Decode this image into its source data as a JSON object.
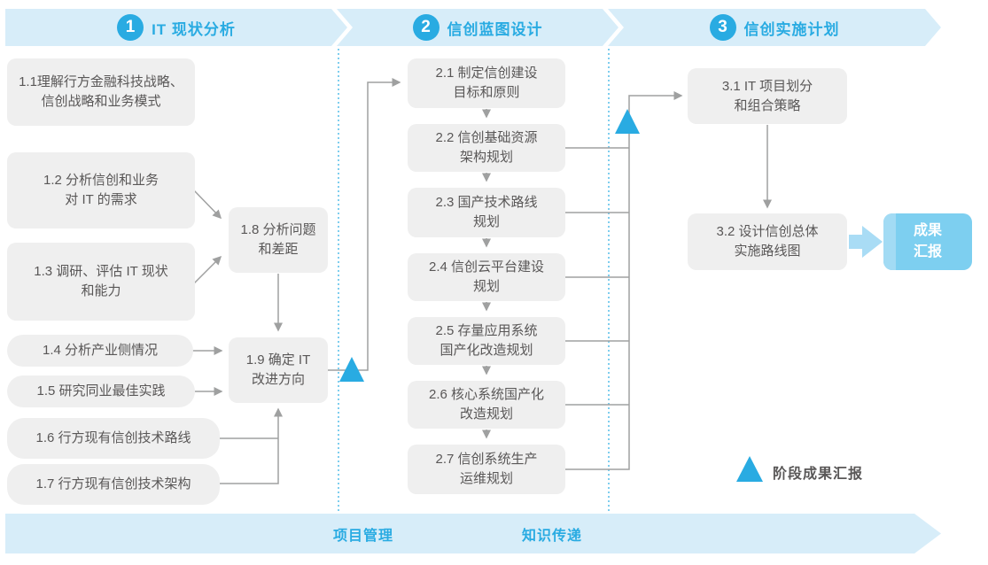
{
  "headers": [
    {
      "num": "1",
      "label": "IT 现状分析"
    },
    {
      "num": "2",
      "label": "信创蓝图设计"
    },
    {
      "num": "3",
      "label": "信创实施计划"
    }
  ],
  "boxes": {
    "b1_1": "1.1理解行方金融科技战略、\n信创战略和业务模式",
    "b1_2": "1.2 分析信创和业务\n对 IT 的需求",
    "b1_3": "1.3 调研、评估 IT 现状\n和能力",
    "b1_4": "1.4 分析产业侧情况",
    "b1_5": "1.5 研究同业最佳实践",
    "b1_6": "1.6 行方现有信创技术路线",
    "b1_7": "1.7 行方现有信创技术架构",
    "b1_8": "1.8 分析问题\n和差距",
    "b1_9": "1.9 确定 IT\n改进方向",
    "b2_1": "2.1 制定信创建设\n目标和原则",
    "b2_2": "2.2 信创基础资源\n架构规划",
    "b2_3": "2.3 国产技术路线\n规划",
    "b2_4": "2.4 信创云平台建设\n规划",
    "b2_5": "2.5 存量应用系统\n国产化改造规划",
    "b2_6": "2.6 核心系统国产化\n改造规划",
    "b2_7": "2.7 信创系统生产\n运维规划",
    "b3_1": "3.1 IT 项目划分\n和组合策略",
    "b3_2": "3.2 设计信创总体\n实施路线图"
  },
  "result_box": "成果\n汇报",
  "legend": {
    "marker": "blue-triangle",
    "label": "阶段成果汇报"
  },
  "footer": {
    "project_management": "项目管理",
    "knowledge_transfer": "知识传递"
  },
  "colors": {
    "accent_blue": "#29abe2",
    "banner_bg": "#d7edf9",
    "box_bg": "#efefef",
    "box_text": "#595757",
    "connector_gray": "#9fa0a0",
    "result_bg": "#7dcff0",
    "big_arrow": "#a9dcf5",
    "dotted_line": "#5ec1ea"
  }
}
